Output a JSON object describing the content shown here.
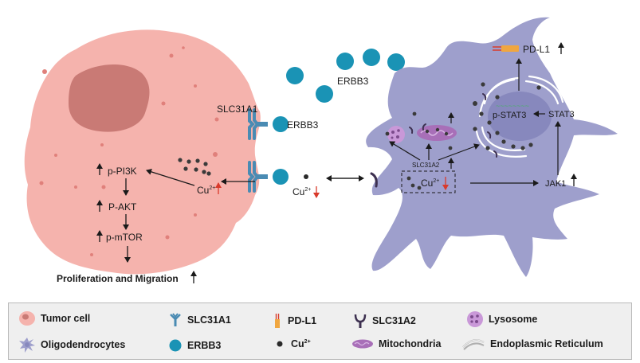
{
  "tumor_cell": {
    "receptor_top": "SLC31A1",
    "erbb3_bound": "ERBB3",
    "pathway": [
      "p-PI3K",
      "P-AKT",
      "p-mTOR"
    ],
    "cu_inside": "Cu",
    "outcome": "Proliferation and Migration"
  },
  "extracellular": {
    "erbb3_free": "ERBB3",
    "cu_label": "Cu"
  },
  "oligodendrocyte": {
    "pdl1": "PD-L1",
    "p_stat3": "p-STAT3",
    "stat3": "STAT3",
    "jak1": "JAK1",
    "slc31a2": "SLC31A2",
    "cu_label": "Cu"
  },
  "superscript": "2+",
  "legend": {
    "tumor_cell": "Tumor cell",
    "oligodendrocytes": "Oligodendrocytes",
    "slc31a1": "SLC31A1",
    "erbb3": "ERBB3",
    "pdl1": "PD-L1",
    "cu": "Cu",
    "slc31a2": "SLC31A2",
    "mitochondria": "Mitochondria",
    "lysosome": "Lysosome",
    "er": "Endoplasmic Reticulum"
  },
  "colors": {
    "tumor_fill": "#f5b3ad",
    "nucleus": "#c97a75",
    "oligo_fill": "#9e9fcc",
    "erbb3": "#1a93b5",
    "receptor": "#4a8bb3",
    "slc31a2": "#3d3050",
    "pdl1": "#f0a640",
    "red_arrow": "#d93a2b"
  }
}
